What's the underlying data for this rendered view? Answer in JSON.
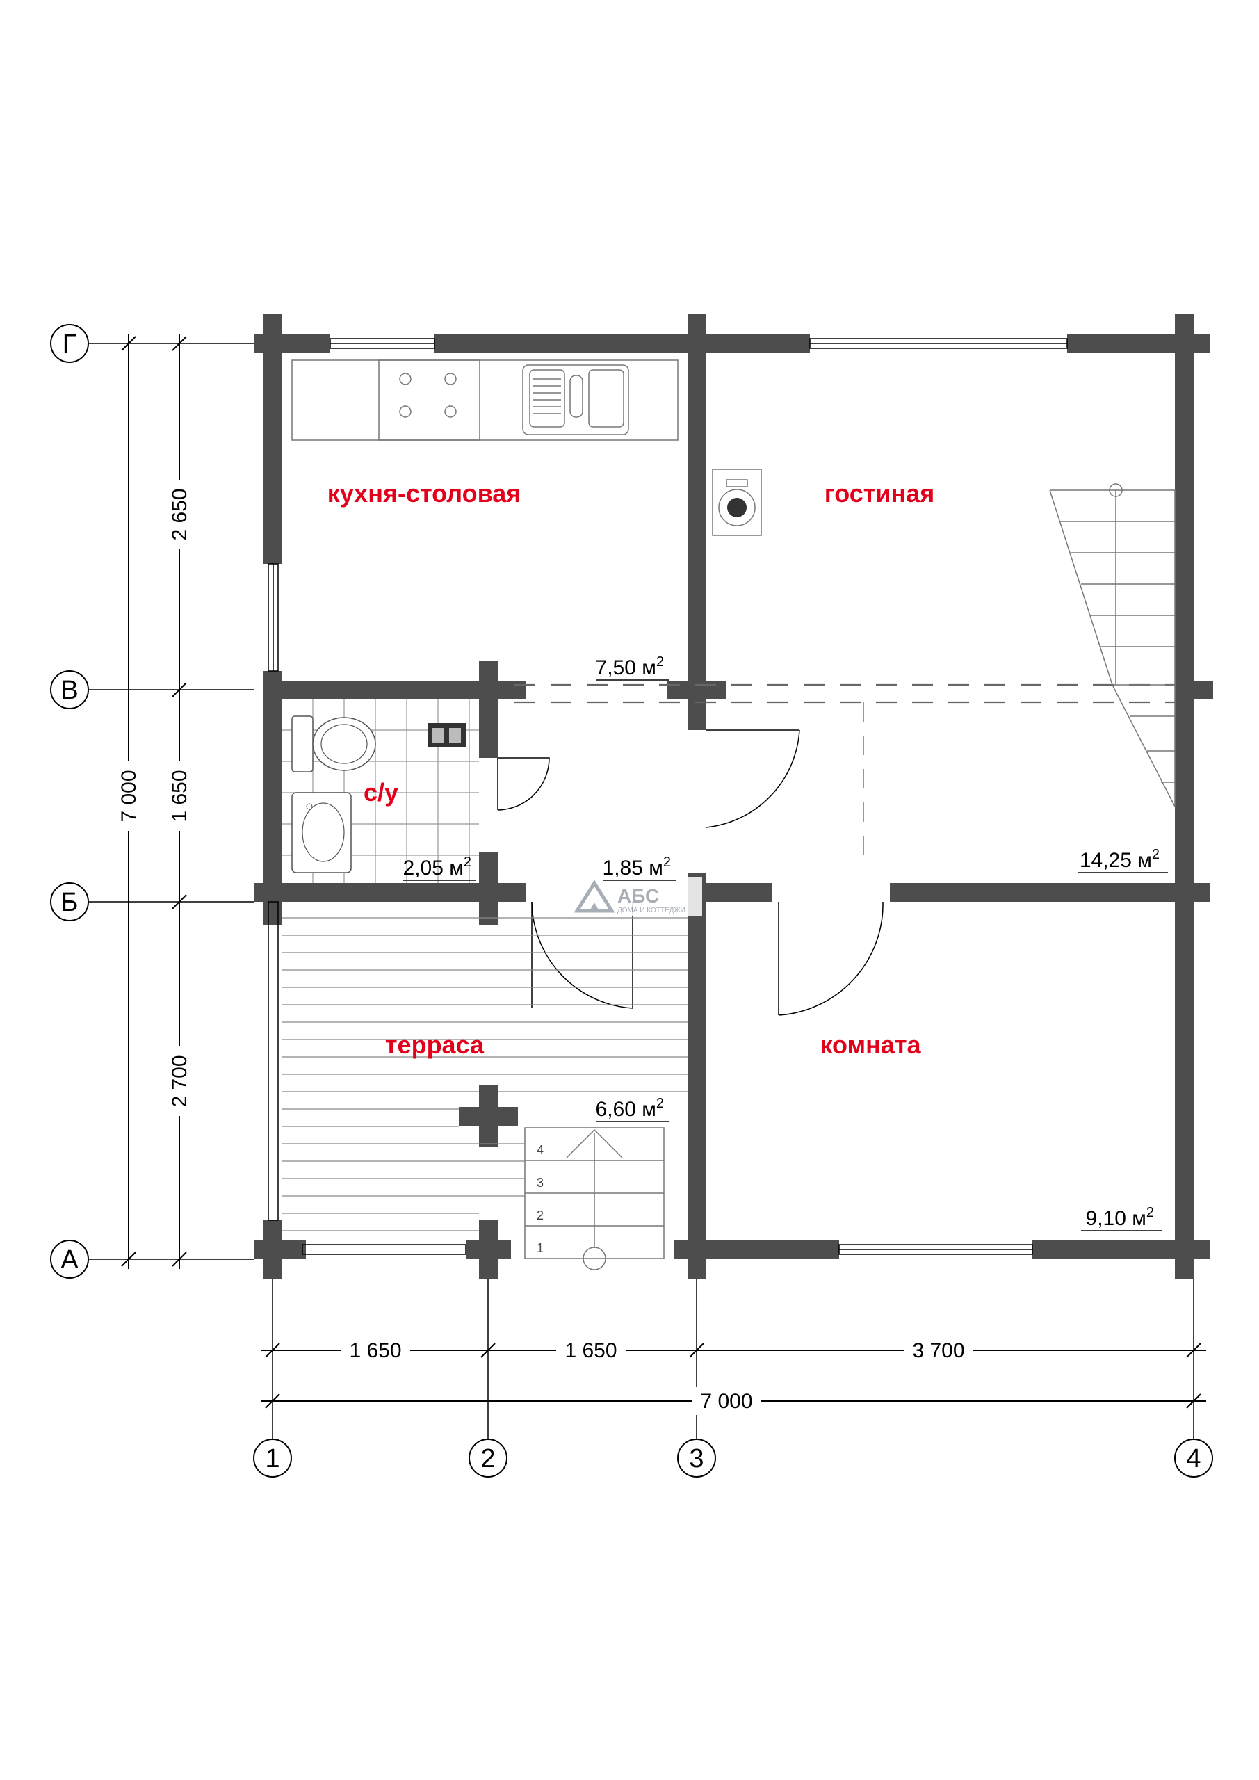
{
  "rooms": {
    "kitchen": "кухня-столовая",
    "living": "гостиная",
    "bathroom": "с/у",
    "terrace": "терраса",
    "room": "комната"
  },
  "areas": {
    "kitchen": "7,50 м",
    "hall": "1,85 м",
    "bathroom": "2,05 м",
    "living": "14,25 м",
    "terrace": "6,60 м",
    "room": "9,10 м",
    "superscript": "2"
  },
  "axes": {
    "rows": [
      "Г",
      "В",
      "Б",
      "А"
    ],
    "cols": [
      "1",
      "2",
      "3",
      "4"
    ]
  },
  "dimensions": {
    "vertical_segments": [
      "2 650",
      "1 650",
      "2 700"
    ],
    "vertical_total": "7 000",
    "horizontal_segments": [
      "1 650",
      "1 650",
      "3 700"
    ],
    "horizontal_total": "7 000"
  },
  "stairs": {
    "steps": [
      "4",
      "3",
      "2",
      "1"
    ]
  },
  "logo": {
    "brand": "АБС",
    "tagline": "ДОМА И КОТТЕДЖИ"
  },
  "colors": {
    "wall": "#4d4d4d",
    "room_label": "#e3001b"
  }
}
